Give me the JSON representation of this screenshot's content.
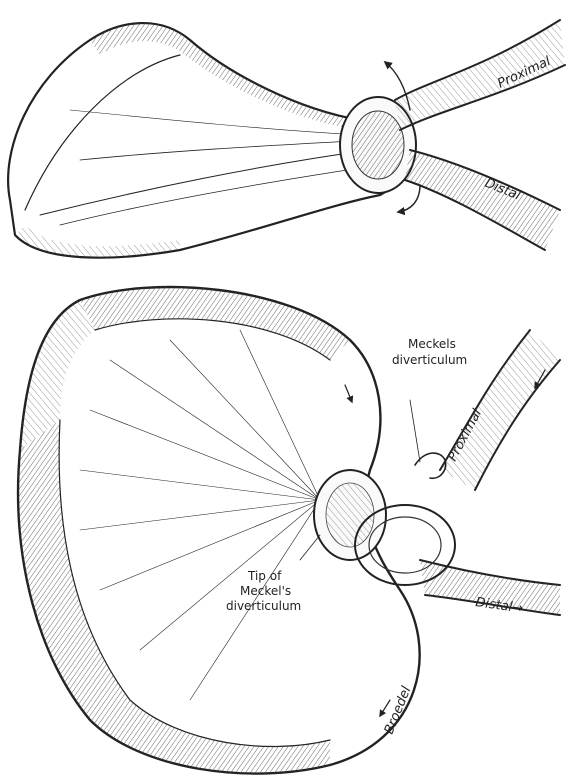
{
  "figure": {
    "top_panel": {
      "label_proximal": "Proximal",
      "label_distal": "Distal"
    },
    "bottom_panel": {
      "label_meckels_line1": "Meckels",
      "label_meckels_line2": "diverticulum",
      "label_proximal": "Proximal",
      "label_distal": "Distal→",
      "label_tip_line1": "Tip of",
      "label_tip_line2": "Meckel's",
      "label_tip_line3": "diverticulum",
      "signature": "Broedel"
    }
  },
  "colors": {
    "ink": "#222222",
    "paper": "#ffffff"
  }
}
